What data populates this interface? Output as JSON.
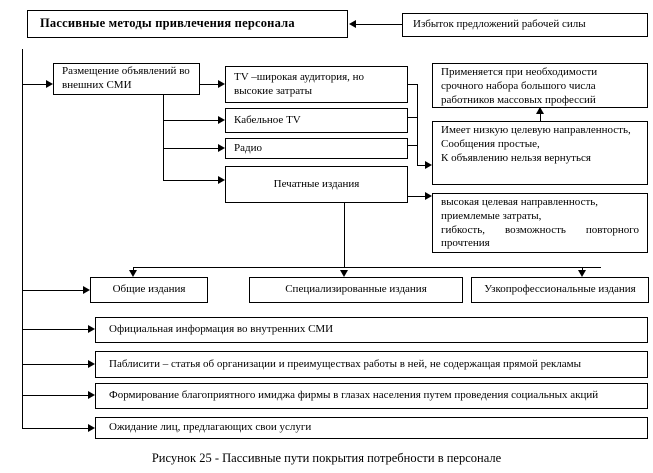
{
  "figure": {
    "title": "Пассивные методы привлечения персонала",
    "cause": "Избыток предложений рабочей силы",
    "external_media": "Размещение объявлений во внешних СМИ",
    "channels": {
      "tv": "TV –широкая аудитория, но высокие затраты",
      "cable": "Кабельное TV",
      "radio": "Радио",
      "print": "Печатные издания"
    },
    "notes": {
      "mass": "Применяется при необходимости срочного набора большого числа работников массовых профессий",
      "low_lines": [
        "Имеет низкую целевую направленность,",
        "Сообщения простые,",
        "К объявлению нельзя вернуться"
      ],
      "high_lines": [
        "высокая целевая направленность,",
        "приемлемые затраты,",
        "гибкость, возможность повторного прочтения"
      ]
    },
    "editions": [
      "Общие издания",
      "Специализированные издания",
      "Узкопрофессиональные издания"
    ],
    "passive_rows": [
      "Официальная информация во внутренних СМИ",
      "Паблисити – статья об организации и преимуществах работы в ней, не содержащая прямой рекламы",
      "Формирование благоприятного имиджа фирмы в глазах населения путем проведения социальных акций",
      "Ожидание лиц, предлагающих свои услуги"
    ],
    "caption": "Рисунок 25 - Пассивные пути покрытия потребности в персонале"
  },
  "colors": {
    "line": "#000000",
    "background": "#ffffff"
  }
}
